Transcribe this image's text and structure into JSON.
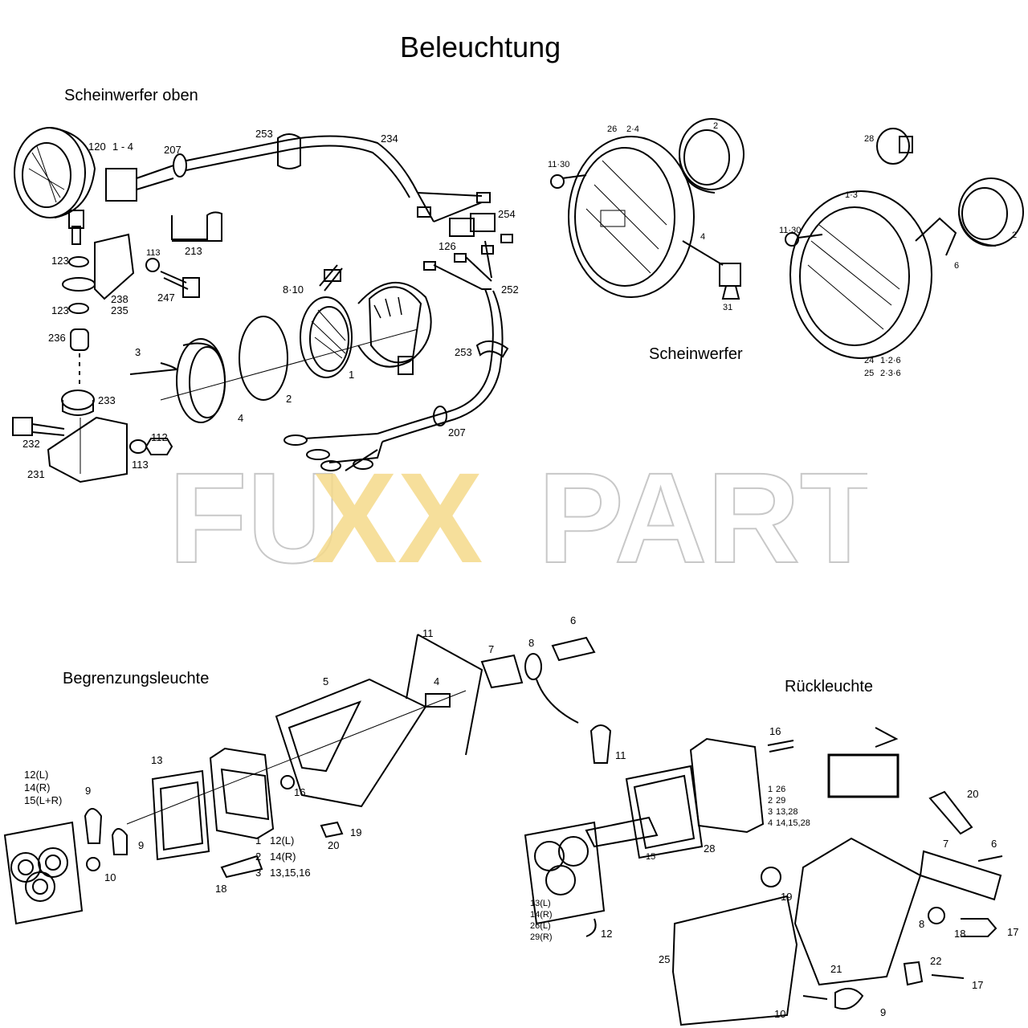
{
  "title": "Beleuchtung",
  "sections": {
    "top_left": "Scheinwerfer oben",
    "top_right": "Scheinwerfer",
    "bottom_left": "Begrenzungsleuchte",
    "bottom_right": "Rückleuchte"
  },
  "watermark": {
    "prefix": "FU",
    "middle": "XX",
    "suffix": "PARTS",
    "outline_color": "#c8c8c8",
    "accent_color": "#f5d98a"
  },
  "labels_top_left": {
    "l120": "120",
    "l120_range": "1 - 4",
    "l207a": "207",
    "l253a": "253",
    "l234": "234",
    "l254": "254",
    "l126": "126",
    "l252": "252",
    "l213": "213",
    "l123a": "123",
    "l113a": "113",
    "l238": "238",
    "l235": "235",
    "l247": "247",
    "l123b": "123",
    "l236": "236",
    "l8_10": "8·10",
    "l3": "3",
    "l1": "1",
    "l2": "2",
    "l4": "4",
    "l253b": "253",
    "l233": "233",
    "l232": "232",
    "l112": "112",
    "l113b": "113",
    "l231": "231",
    "l207b": "207"
  },
  "labels_top_right": {
    "l26": "26",
    "l26_range": "2·4",
    "l2a": "2",
    "l11_30a": "11·30",
    "l4": "4",
    "l31": "31",
    "l28": "28",
    "l1_3": "1·3",
    "l11_30b": "11·30",
    "l2b": "2",
    "l6": "6",
    "l24": "24",
    "l24_range": "1·2·6",
    "l25": "25",
    "l25_range": "2·3·6"
  },
  "labels_bottom_left": {
    "l11": "11",
    "l6": "6",
    "l7": "7",
    "l8": "8",
    "l5": "5",
    "l4": "4",
    "l13": "13",
    "l12L": "12(L)",
    "l14R": "14(R)",
    "l15LR": "15(L+R)",
    "l9a": "9",
    "l9b": "9",
    "l10": "10",
    "l16": "16",
    "l19": "19",
    "l20": "20",
    "l18": "18",
    "key1": "1",
    "key1_val": "12(L)",
    "key2": "2",
    "key2_val": "14(R)",
    "key3": "3",
    "key3_val": "13,15,16"
  },
  "labels_bottom_right": {
    "l11": "11",
    "l16": "16",
    "l20": "20",
    "l7": "7",
    "l6": "6",
    "l28": "28",
    "l15": "15",
    "l12": "12",
    "l19": "19",
    "l8": "8",
    "l18": "18",
    "l17a": "17",
    "l21": "21",
    "l22": "22",
    "l17b": "17",
    "l25": "25",
    "l10": "10",
    "l9": "9",
    "k1": "1",
    "k1v": "26",
    "k2": "2",
    "k2v": "29",
    "k3": "3",
    "k3v": "13,28",
    "k4": "4",
    "k4v": "14,15,28",
    "lens13": "13(L)",
    "lens14": "14(R)",
    "lens26": "26(L)",
    "lens29": "29(R)"
  }
}
